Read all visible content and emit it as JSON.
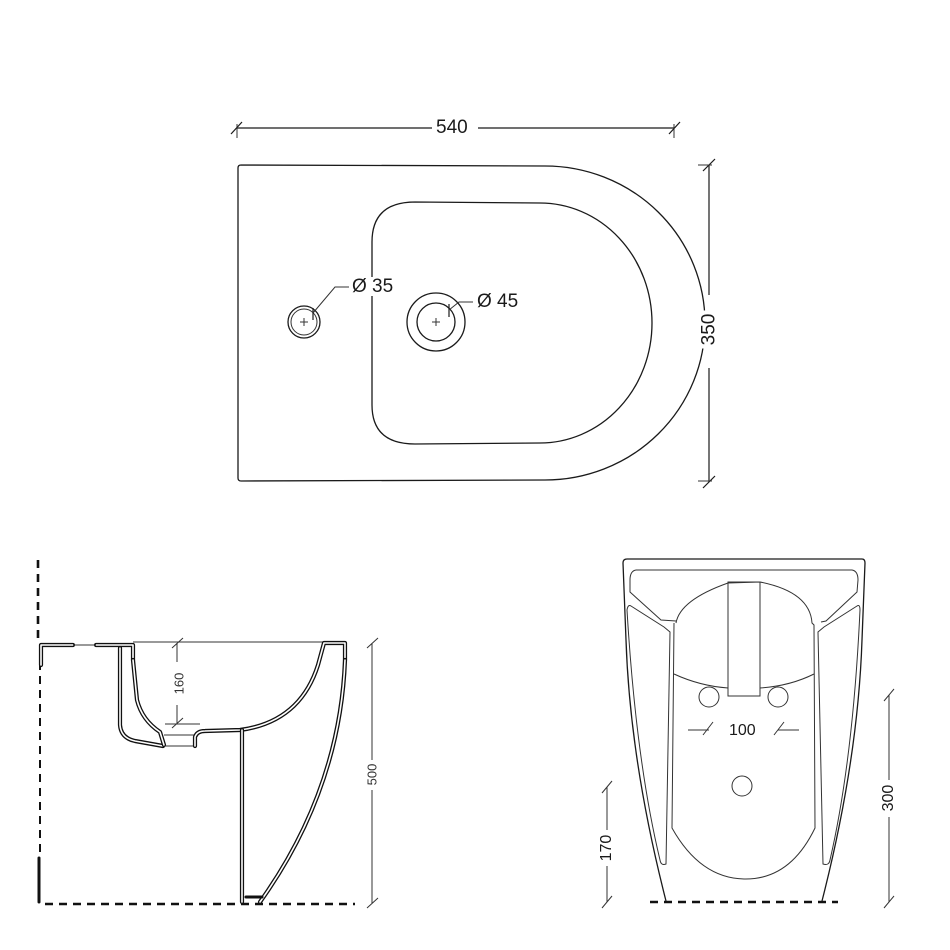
{
  "drawing": {
    "type": "technical dimension drawing",
    "subject": "floor-standing bidet",
    "units": "mm",
    "line_color": "#1a1a1a",
    "background": "#ffffff"
  },
  "top_view": {
    "width_label": "540",
    "depth_label": "350",
    "tap_hole_label": "Ø 35",
    "drain_label": "Ø 45"
  },
  "side_view": {
    "bowl_depth_label": "160",
    "height_label": "500"
  },
  "front_view": {
    "hole_spacing_label": "100",
    "inlet_height_label": "170",
    "outlet_height_label": "300"
  }
}
